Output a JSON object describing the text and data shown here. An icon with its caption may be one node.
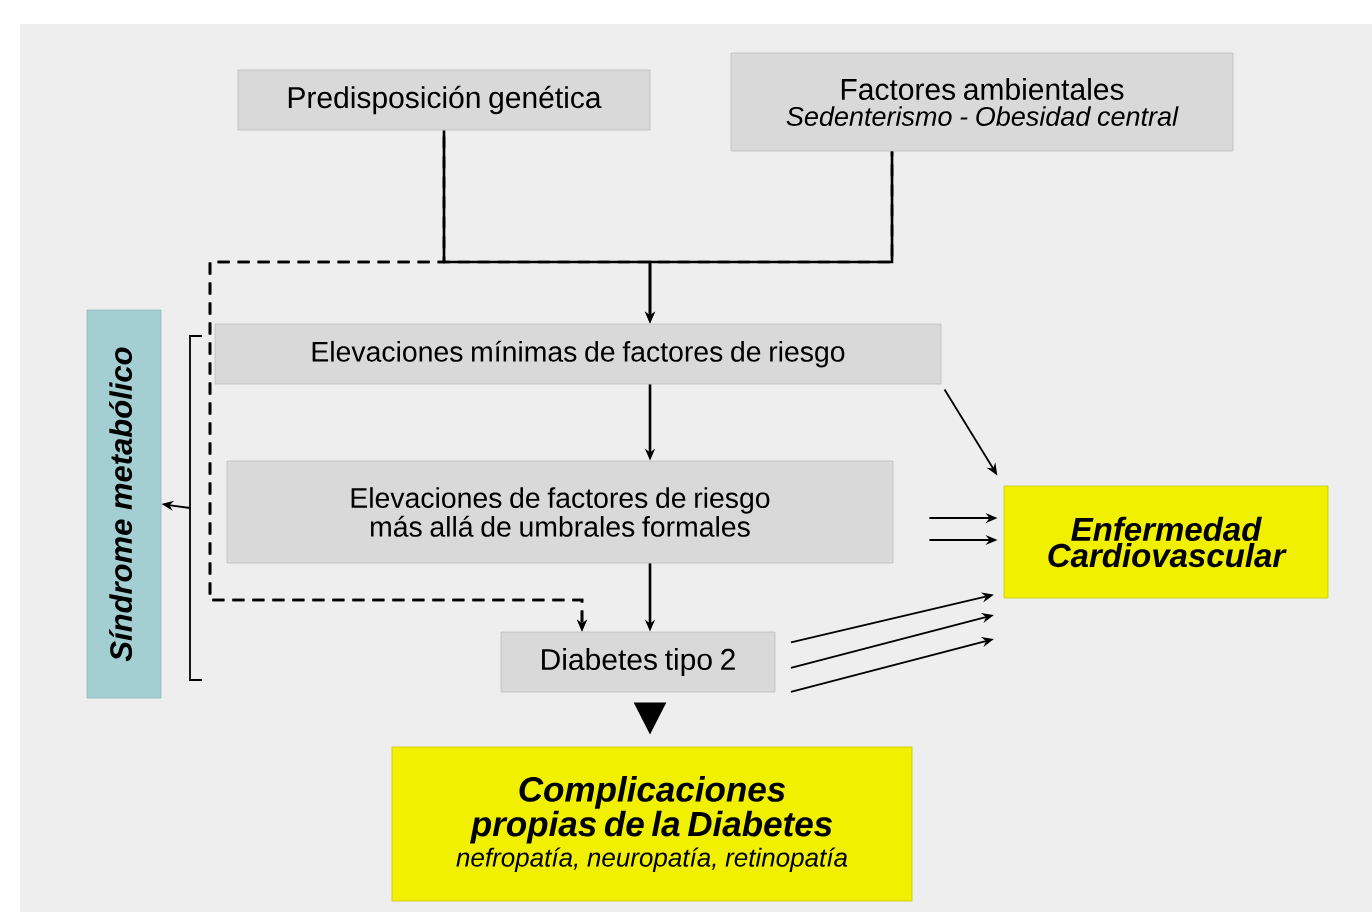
{
  "diagram": {
    "nodes": [
      {
        "text": [
          "Predisposición genética"
        ]
      },
      {
        "text": [
          "Factores ambientales",
          "Sedenterismo - Obesidad central"
        ]
      },
      {
        "text": [
          "Elevaciones mínimas de factores de riesgo"
        ]
      },
      {
        "text": [
          "Elevaciones de factores de riesgo más allá de umbrales formales"
        ]
      },
      {
        "text": [
          "Diabetes tipo 2"
        ]
      },
      {
        "text": [
          "Enfermedad Cardiovascular"
        ]
      },
      {
        "text": [
          "Complicaciones propias de la Diabetes",
          "nefropatía, neuropatía, retinopatía"
        ]
      },
      {
        "text": [
          "Síndrome metabólico"
        ]
      }
    ],
    "edges": [
      {
        "from": 0,
        "to": 2,
        "arrow": "to"
      },
      {
        "from": 1,
        "to": 2,
        "arrow": "to"
      },
      {
        "from": 0,
        "to": 4,
        "arrow": "to",
        "style": "dashed"
      },
      {
        "from": 1,
        "to": 4,
        "arrow": "to",
        "style": "dashed"
      },
      {
        "from": 2,
        "to": 3,
        "arrow": "to"
      },
      {
        "from": 3,
        "to": 4,
        "arrow": "to"
      },
      {
        "from": 4,
        "to": 6,
        "arrow": "to",
        "style": "thick"
      },
      {
        "from": 2,
        "to": 5,
        "arrow": "to"
      },
      {
        "from": 3,
        "to": 5,
        "arrow": "to"
      },
      {
        "from": 3,
        "to": 5,
        "arrow": "to"
      },
      {
        "from": 4,
        "to": 5,
        "arrow": "to"
      },
      {
        "from": 4,
        "to": 5,
        "arrow": "to"
      },
      {
        "from": 4,
        "to": 5,
        "arrow": "to"
      },
      {
        "from": null,
        "to": 7,
        "arrow": "to"
      }
    ]
  }
}
